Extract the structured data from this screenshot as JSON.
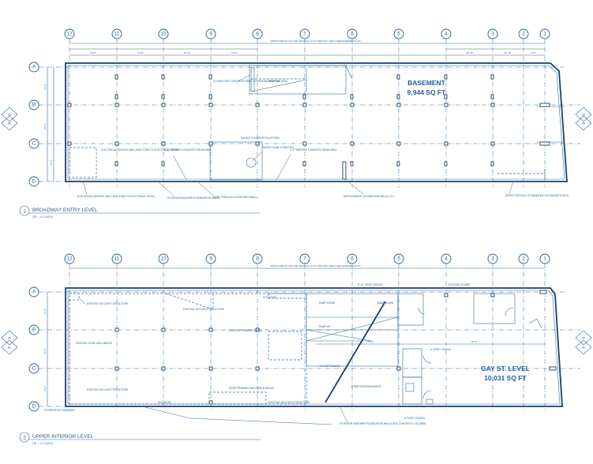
{
  "drawing": {
    "basement_plan": {
      "title": "BROADWAY ENTRY LEVEL",
      "number": "1",
      "scale": "1/8\" = 1'-0\" (±22X)",
      "area_name": "BASEMENT",
      "area_size": "9,944 SQ FT",
      "notes": {
        "overall_dim": "APPROXIMATE COLUMN SPACING (±1'-0\" WITHOUT FIELD MEASUREMENTS ±6\")",
        "closed_lift": "CLOSED-OFF CONCRETE RAMP TO NEIGHBORING BUILDING",
        "ramp": "RAMP UP",
        "concrete_platform": "RAISED CONCRETE PLATFORM",
        "raised_slab": "RAISED SLAB CONDITION",
        "electrical": "ELECTRICAL SERVICE WALL AND STAIR TO ELECTRICAL ROOM",
        "tapered_1": "1'-6\" TAPERED CONCRETE BEAM WALL",
        "tapered_2": "1'-6\" TAPERED CONCRETE BEAM WALL",
        "exterior_walls": "EXTERIOR MASONRY/FOUNDATION WALLS",
        "pass_through": "PASS-THROUGH (DOOR WITH WALL)",
        "column_spacing": "APPROXIMATE COLUMN SPACING (±1'-0\")",
        "upper_right": "UPPER PORTION OF BASEMENT EXTENDED SOUTH"
      }
    },
    "upper_plan": {
      "title": "UPPER INTERIOR LEVEL",
      "number": "2",
      "scale": "1/8\" = 1'-0\" (±22X)",
      "area_name": "GAY ST. LEVEL",
      "area_size": "10,031 SQ FT",
      "notes": {
        "overall_dim": "APPROXIMATE COLUMN SPACING (±1'-0\" WITHOUT FIELD MEASUREMENTS ±6\")",
        "ceiling": "8'-10\" DROP CEILING",
        "existing_stairs": "EXISTING STAIRS",
        "existing_framing": "EXISTING FRAMING ABOVE",
        "ramp_down": "RAMP DOWN",
        "ramp_up": "RAMP UP",
        "drop_ceiling": "8' DROP CEILING",
        "skylight": "EXISTING SKYLIGHT STRUCTURE",
        "elevator": "ELEVATOR",
        "windows": "EXTERIOR MASONRY/FOUNDATION WALLS AND CONCRETE COLUMNS",
        "framed": "DROP FRAMING HIGH SPACE ABOVE",
        "storefront": "STOREFRONT WINDOWS",
        "stair_below": "STAIR FROM BASEMENT",
        "existing_stair_well": "EXISTING STAIR WELL ABOVE"
      }
    },
    "columns": [
      "12",
      "11",
      "10",
      "9",
      "8",
      "7",
      "6",
      "5",
      "4",
      "3",
      "2",
      "1"
    ],
    "rows": [
      "A",
      "B",
      "C",
      "D"
    ],
    "elevation_marks": [
      "A5",
      "B5",
      "C5"
    ],
    "dims": {
      "bay1": "16'-8\"",
      "bay2": "19'-8\"",
      "bay3": "19'-10\"",
      "bay4": "20'-0\"",
      "bay5": "19'-10\"",
      "bay6": "19'-8\"",
      "bay7": "20'-0\"",
      "bay8": "19'-8\"",
      "bay9": "19'-10\"",
      "bay10": "13'-10\"",
      "bay11": "9'-8\"",
      "row_ab": "16'-0\"",
      "row_bc": "18'-0\"",
      "row_cd": "16'-0\"",
      "overall_width": "50'-0\""
    }
  }
}
